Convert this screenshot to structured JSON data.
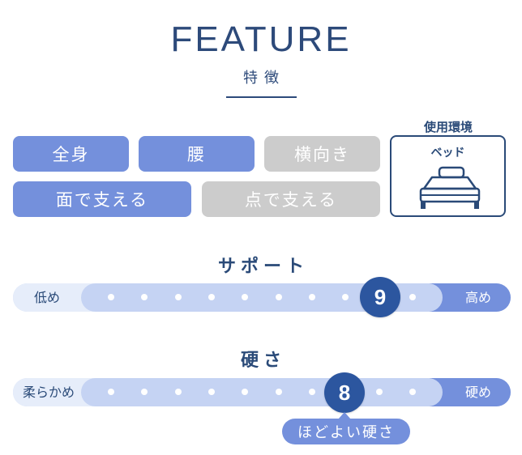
{
  "header": {
    "title": "FEATURE",
    "subtitle": "特徴"
  },
  "tags": [
    {
      "label": "全身",
      "active": true
    },
    {
      "label": "腰",
      "active": true
    },
    {
      "label": "横向き",
      "active": false
    },
    {
      "label": "面で支える",
      "active": true
    },
    {
      "label": "点で支える",
      "active": false
    }
  ],
  "environment": {
    "heading": "使用環境",
    "value": "ベッド",
    "icon": "bed-icon"
  },
  "support": {
    "title": "サポート",
    "low_label": "低め",
    "high_label": "高め",
    "value": "9",
    "scale_max": 10
  },
  "firmness": {
    "title": "硬さ",
    "low_label": "柔らかめ",
    "high_label": "硬め",
    "value": "8",
    "scale_max": 10,
    "tooltip": "ほどよい硬さ"
  },
  "colors": {
    "accent": "#7490dc",
    "inactive": "#cccccc",
    "navy": "#2c569f",
    "text": "#2a4a78"
  }
}
